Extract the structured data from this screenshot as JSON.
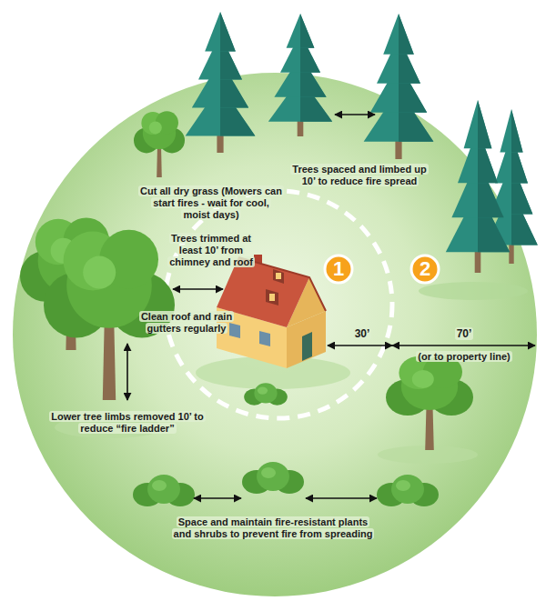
{
  "diagram": {
    "nodes": [
      {
        "text": [
          "1"
        ]
      },
      {
        "text": [
          "2"
        ]
      }
    ],
    "labels": [
      "Cut all dry grass (Mowers can start fires - wait for cool, moist days)",
      "Trees spaced and limbed up 10’ to reduce fire spread",
      "Trees trimmed at least 10’ from chimney and roof",
      "Clean roof and rain gutters regularly",
      "30’",
      "70’",
      "(or to property line)",
      "Lower tree limbs removed 10’ to reduce “fire ladder”",
      "Space and maintain fire-resistant plants and shrubs to prevent fire from spreading"
    ]
  }
}
